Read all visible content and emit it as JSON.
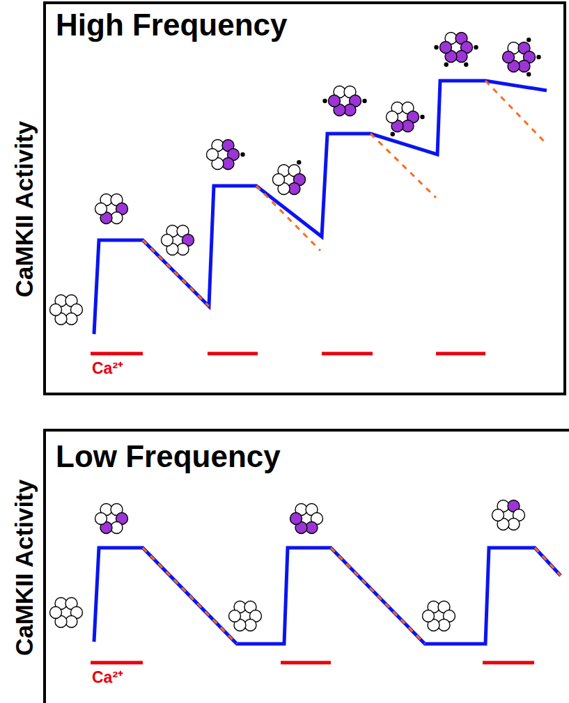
{
  "diagram": {
    "nodes": [
      {
        "text": [
          "High Frequency",
          "CaMKII Activity"
        ]
      },
      {
        "text": [
          "Low Frequency",
          "CaMKII Activity"
        ]
      }
    ],
    "labels": [
      "Ca²⁺",
      "Ca²⁺"
    ]
  }
}
